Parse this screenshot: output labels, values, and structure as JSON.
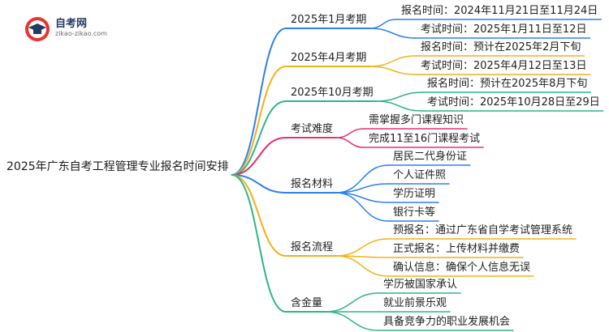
{
  "logo": {
    "name": "自考网",
    "url": "zikao-zikao.com",
    "icon": "graduation-cap-icon"
  },
  "root": "2025年广东自考工程管理专业报名时间安排",
  "branches": [
    {
      "label": "2025年1月考期",
      "color": "#2f7ff0",
      "children": [
        "报名时间：2024年11月21日至11月24日",
        "考试时间：2025年1月11日至12日"
      ]
    },
    {
      "label": "2025年4月考期",
      "color": "#f1b21a",
      "children": [
        "报名时间：预计在2025年2月下旬",
        "考试时间：2025年4月12日至13日"
      ]
    },
    {
      "label": "2025年10月考期",
      "color": "#2fb58a",
      "children": [
        "报名时间：预计在2025年8月下旬",
        "考试时间：2025年10月28日至29日"
      ]
    },
    {
      "label": "考试难度",
      "color": "#e8306a",
      "children": [
        "需掌握多门课程知识",
        "完成11至16门课程考试"
      ]
    },
    {
      "label": "报名材料",
      "color": "#2f7ff0",
      "children": [
        "居民二代身份证",
        "个人证件照",
        "学历证明",
        "银行卡等"
      ]
    },
    {
      "label": "报名流程",
      "color": "#f1b21a",
      "children": [
        "预报名：通过广东省自学考试管理系统",
        "正式报名：上传材料并缴费",
        "确认信息：确保个人信息无误"
      ]
    },
    {
      "label": "含金量",
      "color": "#2fb58a",
      "children": [
        "学历被国家承认",
        "就业前景乐观",
        "具备竞争力的职业发展机会"
      ]
    }
  ]
}
